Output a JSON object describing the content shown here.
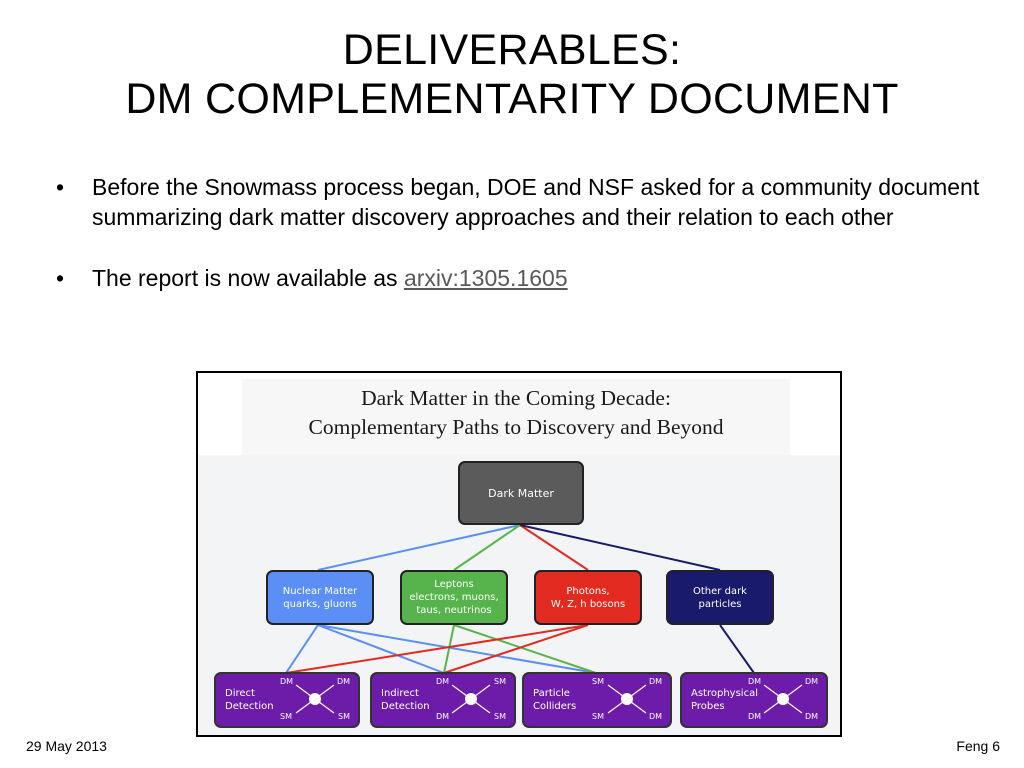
{
  "title": {
    "line1": "DELIVERABLES:",
    "line2": "DM COMPLEMENTARITY DOCUMENT"
  },
  "bullets": [
    {
      "marker": "•",
      "text": "Before the Snowmass process began, DOE and NSF asked for a community document summarizing dark matter discovery approaches and their relation to each other"
    },
    {
      "marker": "•",
      "prefix": "The report is now available as ",
      "link": "arxiv:1305.1605"
    }
  ],
  "figure": {
    "paper_title": {
      "line1": "Dark Matter in the Coming Decade:",
      "line2": "Complementary Paths to Discovery and Beyond"
    },
    "root": {
      "label": "Dark Matter"
    },
    "categories": [
      {
        "line1": "Nuclear Matter",
        "line2": "quarks, gluons",
        "color": "#5b8ff6"
      },
      {
        "line1": "Leptons",
        "line2": "electrons, muons,",
        "line3": "taus, neutrinos",
        "color": "#57b44d"
      },
      {
        "line1": "Photons,",
        "line2": "W, Z, h bosons",
        "color": "#e32a20"
      },
      {
        "line1": "Other dark",
        "line2": "particles",
        "color": "#1a1a6c"
      }
    ],
    "probes": [
      {
        "line1": "Direct",
        "line2": "Detection",
        "tl": "DM",
        "tr": "DM",
        "bl": "SM",
        "br": "SM"
      },
      {
        "line1": "Indirect",
        "line2": "Detection",
        "tl": "DM",
        "tr": "SM",
        "bl": "DM",
        "br": "SM"
      },
      {
        "line1": "Particle",
        "line2": "Colliders",
        "tl": "SM",
        "tr": "DM",
        "bl": "SM",
        "br": "DM"
      },
      {
        "line1": "Astrophysical",
        "line2": "Probes",
        "tl": "DM",
        "tr": "DM",
        "bl": "DM",
        "br": "DM"
      }
    ]
  },
  "footer": {
    "date": "29 May 2013",
    "page": "Feng 6"
  }
}
